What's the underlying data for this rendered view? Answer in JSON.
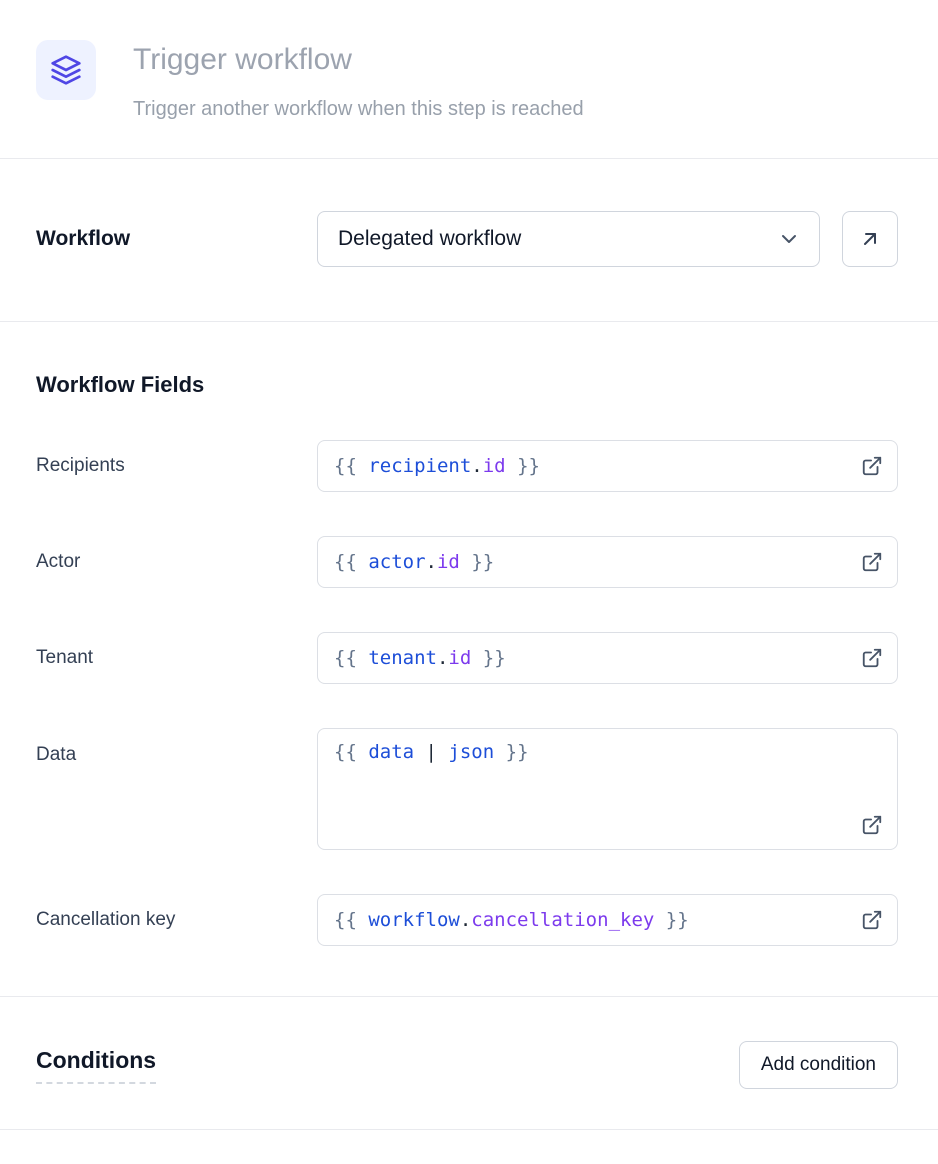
{
  "header": {
    "title": "Trigger workflow",
    "subtitle": "Trigger another workflow when this step is reached",
    "icon": "layers-icon"
  },
  "workflow": {
    "label": "Workflow",
    "selected_option": "Delegated workflow",
    "select_icon": "chevron-down-icon",
    "open_button_icon": "arrow-up-right-icon"
  },
  "workflow_fields": {
    "heading": "Workflow Fields",
    "row_icon": "external-link-icon",
    "rows": [
      {
        "label": "Recipients",
        "code": [
          "{{ ",
          "recipient",
          ".",
          "id",
          " }}"
        ]
      },
      {
        "label": "Actor",
        "code": [
          "{{ ",
          "actor",
          ".",
          "id",
          " }}"
        ]
      },
      {
        "label": "Tenant",
        "code": [
          "{{ ",
          "tenant",
          ".",
          "id",
          " }}"
        ]
      },
      {
        "label": "Data",
        "code": [
          "{{ ",
          "data",
          " | ",
          "json",
          " }}"
        ]
      },
      {
        "label": "Cancellation key",
        "code": [
          "{{ ",
          "workflow",
          ".",
          "cancellation_key",
          " }}"
        ]
      }
    ]
  },
  "conditions": {
    "heading": "Conditions",
    "add_button_label": "Add condition"
  },
  "colors": {
    "accent": "#4f46e5",
    "icon_background": "#eef2ff",
    "code_brace": "#64748b",
    "code_object": "#1d4ed8",
    "code_punctuation": "#1f2937",
    "code_property": "#7c3aed"
  }
}
